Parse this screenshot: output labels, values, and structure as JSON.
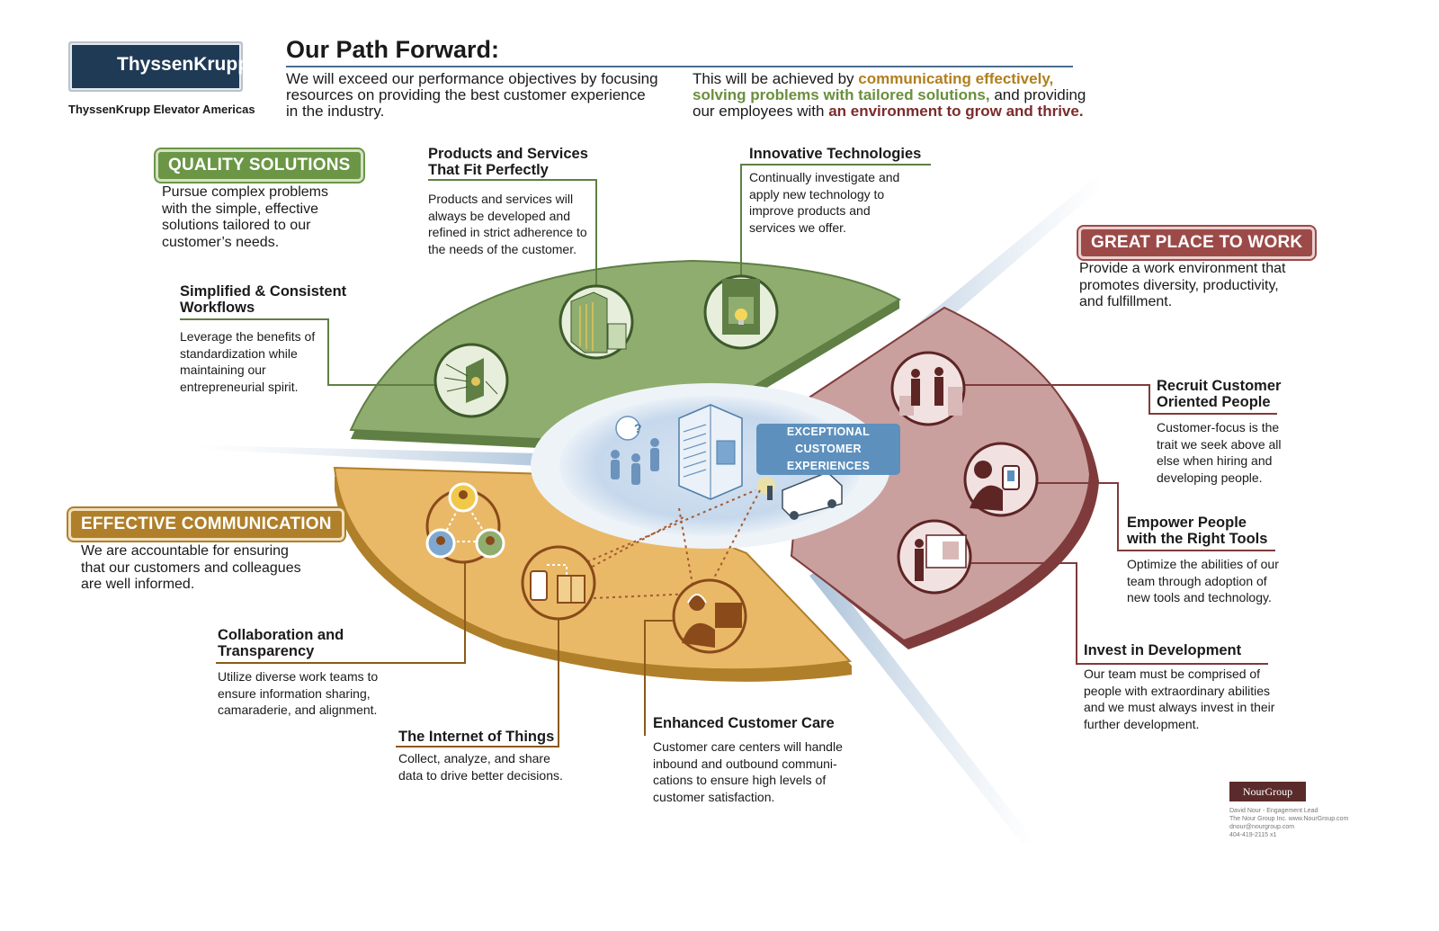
{
  "header": {
    "logo_text": "ThyssenKrupp",
    "logo_subtitle": "ThyssenKrupp Elevator Americas",
    "title": "Our Path Forward:",
    "intro_left": [
      "We will exceed our performance objectives by focusing",
      "resources on providing the best customer experience",
      "in the industry."
    ],
    "intro_right": {
      "p1": "This will be achieved by ",
      "h1": "communicating effectively,",
      "h2": "solving problems with tailored solutions,",
      "p2": " and providing",
      "p3": "our employees with ",
      "h3": "an environment to grow and thrive."
    }
  },
  "colors": {
    "green": "#8daa6c",
    "maroon": "#c09a98",
    "gold": "#e8b764",
    "navy": "#1f3a55",
    "center_blue": "#5d90bd"
  },
  "center": {
    "label_line1": "EXCEPTIONAL",
    "label_line2": "CUSTOMER EXPERIENCES"
  },
  "quality": {
    "title": "QUALITY SOLUTIONS",
    "description": [
      "Pursue complex problems",
      "with the simple, effective",
      "solutions tailored to our",
      "customer’s needs."
    ],
    "items": [
      {
        "title": [
          "Simplified & Consistent",
          "Workflows"
        ],
        "body": [
          "Leverage the benefits of",
          "standardization while",
          "maintaining our",
          "entrepreneurial spirit."
        ],
        "icon": "workflow-icon"
      },
      {
        "title": [
          "Products and Services",
          "That Fit Perfectly"
        ],
        "body": [
          "Products and services will",
          "always be developed and",
          "refined in strict adherence to",
          "the needs of the customer."
        ],
        "icon": "building-icon"
      },
      {
        "title": [
          "Innovative Technologies"
        ],
        "body": [
          "Continually investigate and",
          "apply new technology to",
          "improve products and",
          "services we offer."
        ],
        "icon": "lightbulb-icon"
      }
    ]
  },
  "great_place": {
    "title": "GREAT PLACE TO WORK",
    "description": [
      "Provide a work environment that",
      "promotes diversity, productivity,",
      "and fulfillment."
    ],
    "items": [
      {
        "title": [
          "Recruit Customer",
          "Oriented People"
        ],
        "body": [
          "Customer-focus is the",
          "trait we seek above all",
          "else when hiring and",
          "developing people."
        ],
        "icon": "handshake-icon"
      },
      {
        "title": [
          "Empower People",
          "with the Right Tools"
        ],
        "body": [
          "Optimize the abilities of our",
          "team through adoption of",
          "new tools and technology."
        ],
        "icon": "tablet-icon"
      },
      {
        "title": [
          "Invest in Development"
        ],
        "body": [
          "Our team must be comprised of",
          "people with extraordinary abilities",
          "and we must always invest in their",
          "further development."
        ],
        "icon": "presentation-icon"
      }
    ]
  },
  "communication": {
    "title": "EFFECTIVE COMMUNICATION",
    "description": [
      "We are accountable for ensuring",
      "that our customers and colleagues",
      "are well informed."
    ],
    "items": [
      {
        "title": [
          "Collaboration and",
          "Transparency"
        ],
        "body": [
          "Utilize diverse work teams to",
          "ensure information sharing,",
          "camaraderie, and alignment."
        ],
        "icon": "team-icon"
      },
      {
        "title": [
          "The Internet of Things"
        ],
        "body": [
          "Collect, analyze, and share",
          "data to drive better decisions."
        ],
        "icon": "iot-icon"
      },
      {
        "title": [
          "Enhanced Customer Care"
        ],
        "body": [
          "Customer care centers will handle",
          "inbound and outbound communi-",
          "cations to ensure high levels of",
          "customer satisfaction."
        ],
        "icon": "headset-icon"
      }
    ]
  },
  "footer": {
    "brand": "NourGroup",
    "lines": [
      "David Nour - Engagement Lead",
      "The Nour Group Inc. www.NourGroup.com",
      "dnour@nourgroup.com",
      "404-419-2115 x1"
    ]
  }
}
